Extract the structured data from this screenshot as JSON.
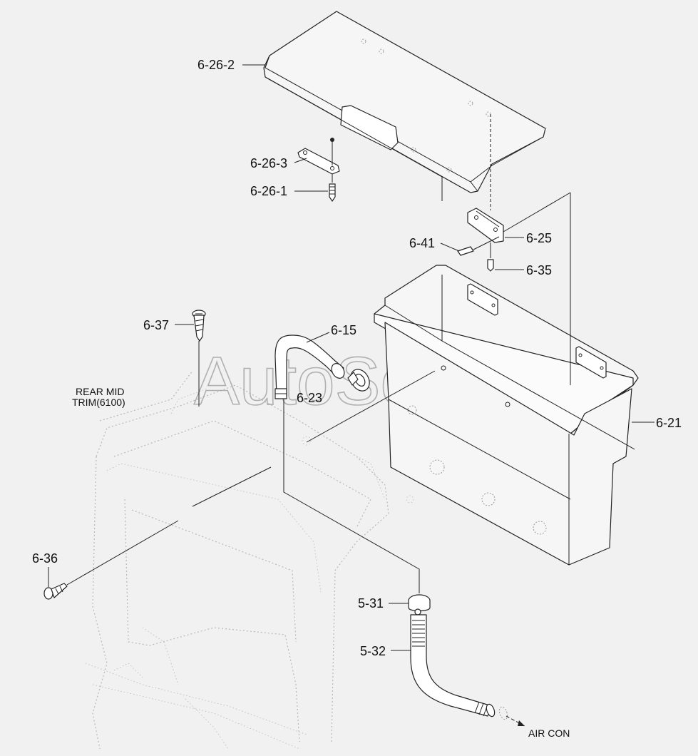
{
  "watermark": "AutoSoft",
  "labels": {
    "p6_26_2": "6-26-2",
    "p6_26_3": "6-26-3",
    "p6_26_1": "6-26-1",
    "p6_41": "6-41",
    "p6_25": "6-25",
    "p6_35": "6-35",
    "p6_37": "6-37",
    "p6_15": "6-15",
    "p6_23": "6-23",
    "p6_21": "6-21",
    "p6_36": "6-36",
    "p5_31": "5-31",
    "p5_32": "5-32"
  },
  "notes": {
    "rear_mid_line1": "REAR MID",
    "rear_mid_line2": "TRIM(6100)",
    "air_con": "AIR CON"
  }
}
